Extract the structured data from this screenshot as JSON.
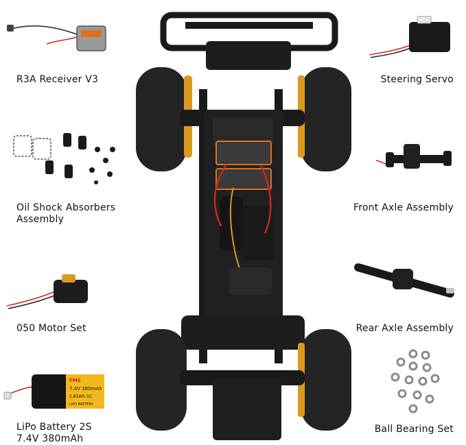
{
  "labels": {
    "receiver": "R3A Receiver V3",
    "servo": "Steering Servo",
    "shocks": "Oil Shock Absorbers\nAssembly",
    "front_axle": "Front Axle Assembly",
    "motor": "050 Motor Set",
    "rear_axle": "Rear Axle Assembly",
    "battery": "LiPo Battery 2S\n7.4V 380mAh",
    "bearings": "Ball Bearing Set"
  },
  "battery_print": {
    "brand": "FMS",
    "spec": "7.4V 380mAh",
    "energy": "2.81Wh 5C",
    "type": "LIPO BATTERY"
  },
  "colors": {
    "chassis": "#1c1c1c",
    "tire": "#232323",
    "rim_accent": "#d99a1e",
    "battery_label": "#f2b81d",
    "esc_orange": "#e0701c",
    "wire_red": "#c8281e"
  }
}
